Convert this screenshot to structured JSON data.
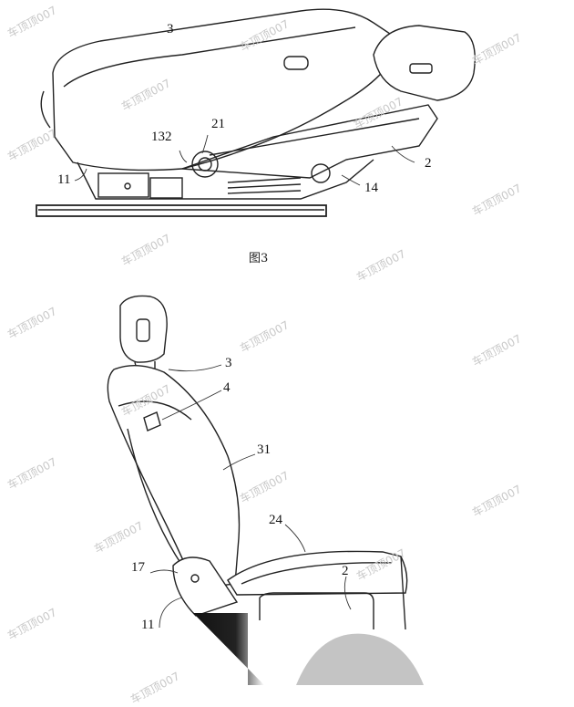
{
  "figure3": {
    "caption": "图3",
    "labels": {
      "l3": "3",
      "l132": "132",
      "l21": "21",
      "l11": "11",
      "l2": "2",
      "l14": "14"
    }
  },
  "figure4": {
    "labels": {
      "l3": "3",
      "l4": "4",
      "l31": "31",
      "l24": "24",
      "l17": "17",
      "l11": "11",
      "l2": "2"
    }
  },
  "watermark": "车顶顶007"
}
